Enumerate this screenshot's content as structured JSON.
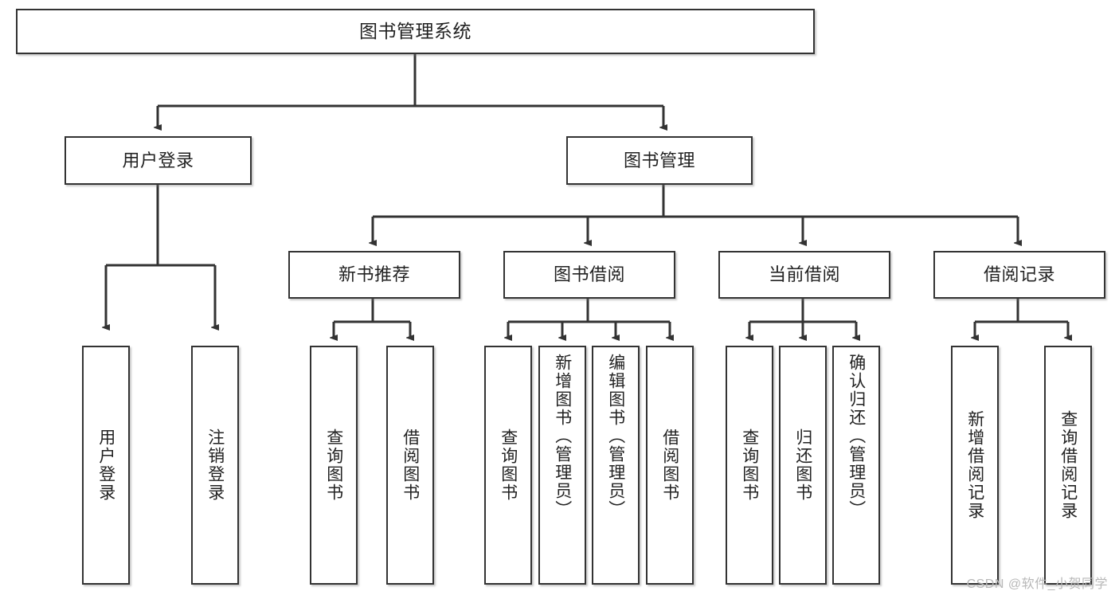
{
  "diagram": {
    "title": "图书管理系统",
    "type": "tree",
    "watermark": "CSDN @软件_小贺同学"
  },
  "nodes": {
    "root": {
      "label": "图书管理系统"
    },
    "login": {
      "label": "用户登录"
    },
    "bookmgmt": {
      "label": "图书管理"
    },
    "newbook": {
      "label": "新书推荐"
    },
    "borrow": {
      "label": "图书借阅"
    },
    "current": {
      "label": "当前借阅"
    },
    "record": {
      "label": "借阅记录"
    },
    "leaf_login_1": {
      "label": "用户登录"
    },
    "leaf_login_2": {
      "label": "注销登录"
    },
    "leaf_new_1": {
      "label": "查询图书"
    },
    "leaf_new_2": {
      "label": "借阅图书"
    },
    "leaf_borrow_1": {
      "label": "查询图书"
    },
    "leaf_borrow_2": {
      "label": "新增图书（管理员）"
    },
    "leaf_borrow_3": {
      "label": "编辑图书（管理员）"
    },
    "leaf_borrow_4": {
      "label": "借阅图书"
    },
    "leaf_cur_1": {
      "label": "查询图书"
    },
    "leaf_cur_2": {
      "label": "归还图书"
    },
    "leaf_cur_3": {
      "label": "确认归还（管理员）"
    },
    "leaf_rec_1": {
      "label": "新增借阅记录"
    },
    "leaf_rec_2": {
      "label": "查询借阅记录"
    }
  },
  "colors": {
    "stroke": "#333333",
    "box_fill": "#ffffff",
    "text": "#222222",
    "watermark": "#b8b8b8",
    "page_bg": "#ffffff"
  },
  "hierarchy": [
    {
      "parent": "root",
      "children": [
        "login",
        "bookmgmt"
      ]
    },
    {
      "parent": "login",
      "children": [
        "leaf_login_1",
        "leaf_login_2"
      ]
    },
    {
      "parent": "bookmgmt",
      "children": [
        "newbook",
        "borrow",
        "current",
        "record"
      ]
    },
    {
      "parent": "newbook",
      "children": [
        "leaf_new_1",
        "leaf_new_2"
      ]
    },
    {
      "parent": "borrow",
      "children": [
        "leaf_borrow_1",
        "leaf_borrow_2",
        "leaf_borrow_3",
        "leaf_borrow_4"
      ]
    },
    {
      "parent": "current",
      "children": [
        "leaf_cur_1",
        "leaf_cur_2",
        "leaf_cur_3"
      ]
    },
    {
      "parent": "record",
      "children": [
        "leaf_rec_1",
        "leaf_rec_2"
      ]
    }
  ]
}
